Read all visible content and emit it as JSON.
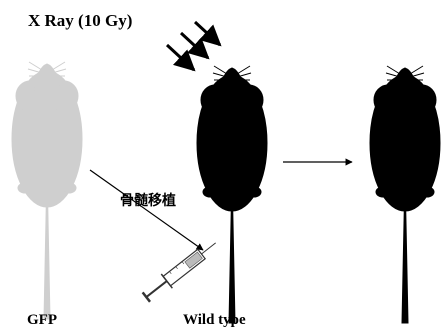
{
  "xray_label": "X Ray (10 Gy)",
  "transplant_label": "骨髄移植",
  "mouse_labels": {
    "gfp": "GFP",
    "wild_type": "Wild type"
  },
  "colors": {
    "gfp_mouse": "#cfcfcf",
    "wild_type_mouse": "#000000",
    "recipient_mouse": "#000000",
    "arrows": "#000000",
    "syringe": "#333333"
  },
  "icons": {
    "mouse": "mouse-icon",
    "radiation": "radiation-arrows-icon",
    "syringe": "syringe-icon"
  }
}
